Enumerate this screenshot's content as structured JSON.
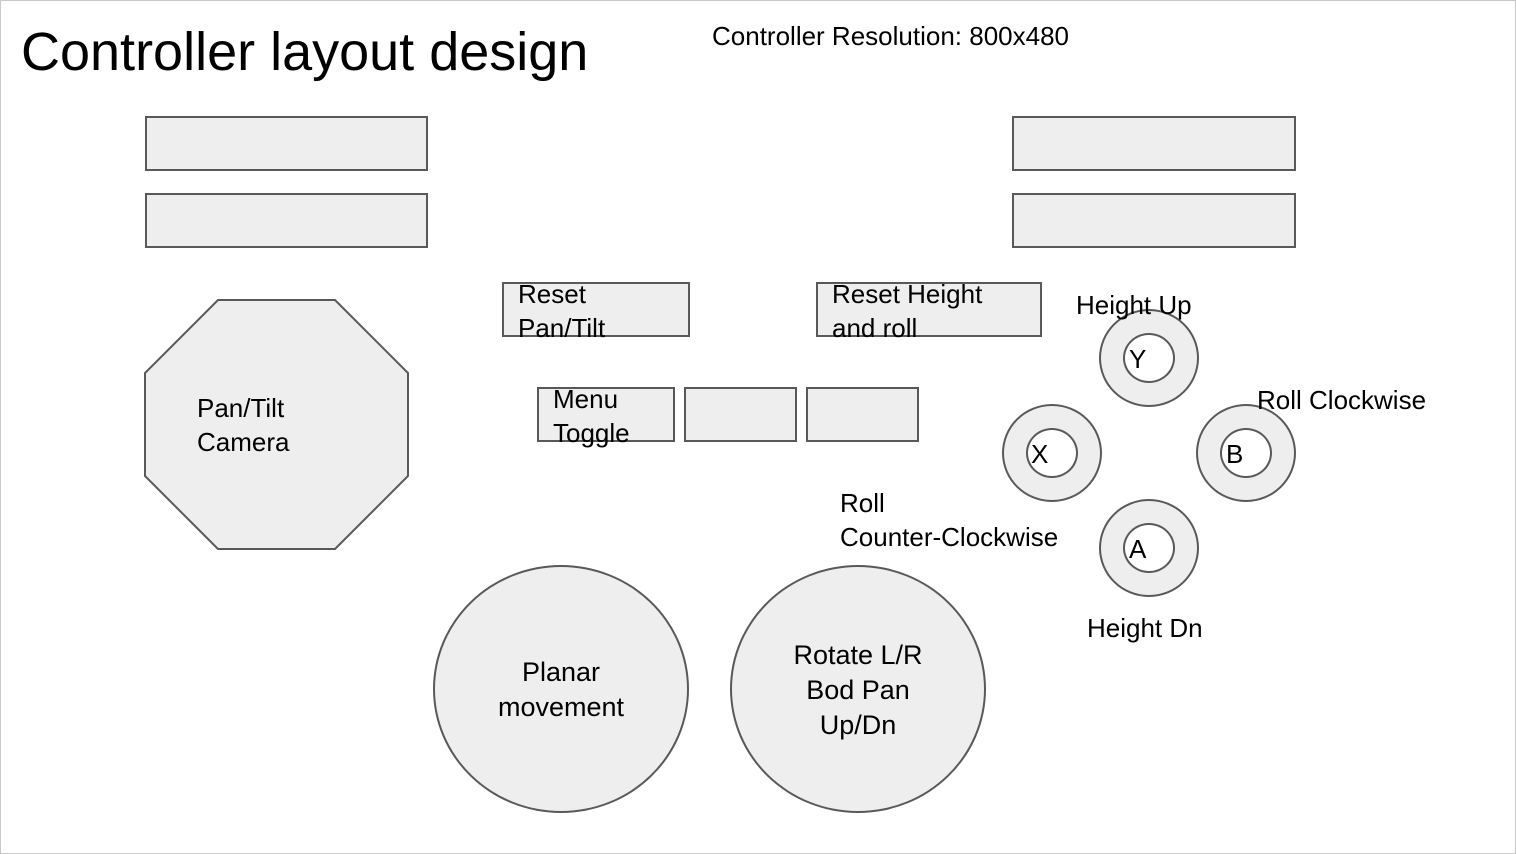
{
  "title": "Controller layout design",
  "subtitle": "Controller Resolution: 800x480",
  "colors": {
    "shape_fill": "#eeeeee",
    "shape_stroke": "#595959",
    "background": "#ffffff",
    "text": "#000000"
  },
  "top_left_bars": [
    "",
    ""
  ],
  "top_right_bars": [
    "",
    ""
  ],
  "octagon": {
    "label": "Pan/Tilt\nCamera"
  },
  "center_buttons": {
    "reset_pan_tilt": "Reset\nPan/Tilt",
    "reset_height_roll": "Reset Height\nand roll",
    "menu_toggle": "Menu\nToggle",
    "blank_1": "",
    "blank_2": ""
  },
  "face_buttons": {
    "y": {
      "letter": "Y",
      "label": "Height Up"
    },
    "x": {
      "letter": "X",
      "label": "Roll\nCounter-Clockwise"
    },
    "b": {
      "letter": "B",
      "label": "Roll Clockwise"
    },
    "a": {
      "letter": "A",
      "label": "Height Dn"
    }
  },
  "sticks": {
    "left": "Planar\nmovement",
    "right": "Rotate L/R\nBod Pan\nUp/Dn"
  }
}
